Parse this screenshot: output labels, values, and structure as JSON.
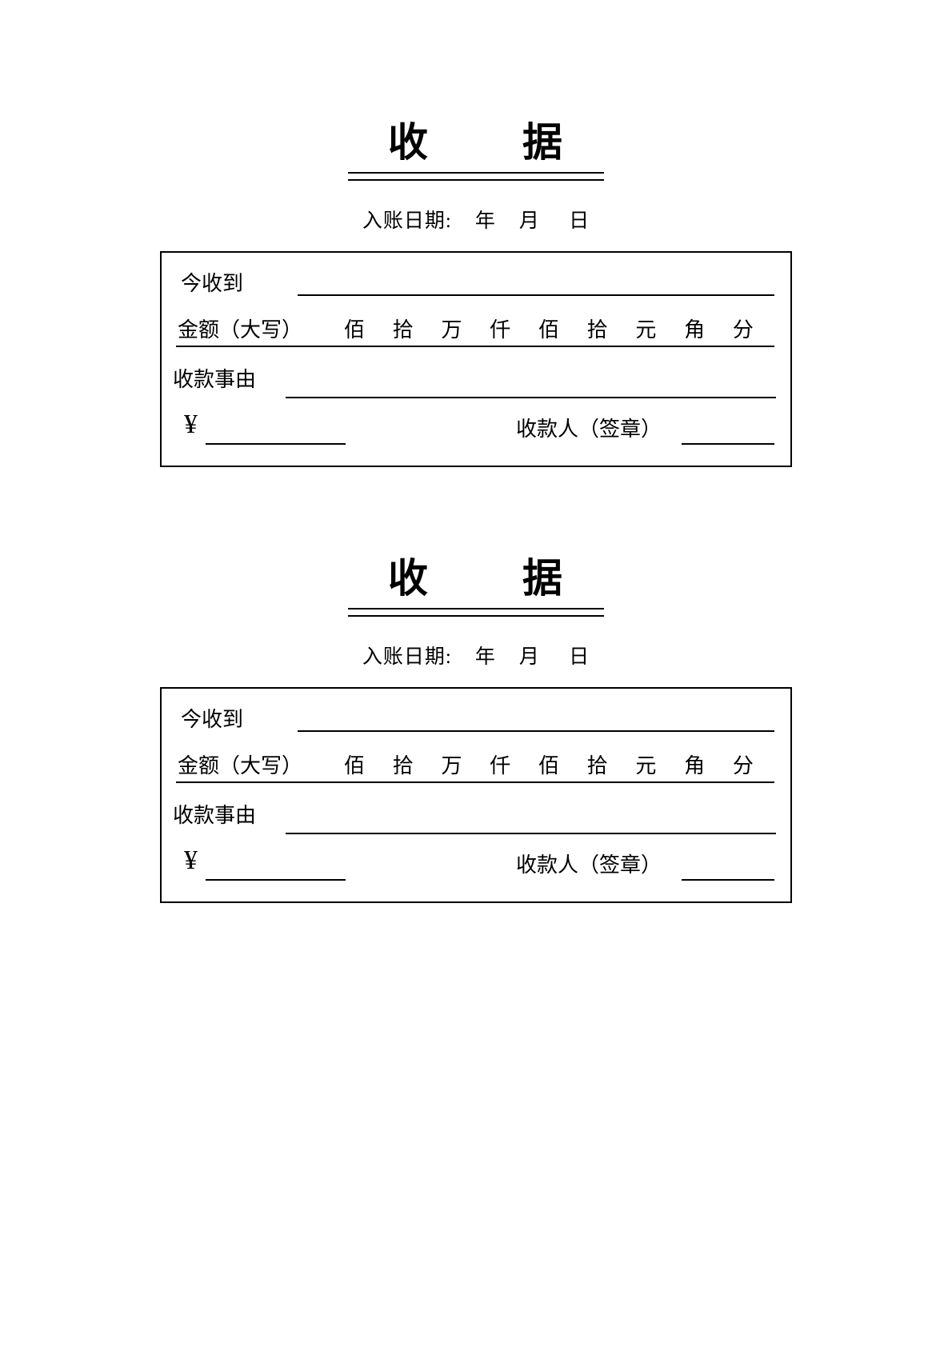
{
  "document": {
    "kind": "receipt-form",
    "copies": 2,
    "ink_color": "#000000",
    "paper_color": "#ffffff"
  },
  "receipt": {
    "title": "收        据",
    "date_line": "入账日期:    年    月     日",
    "received_label": "今收到",
    "amount_label": "金额（大写）",
    "denominations": [
      "佰",
      "拾",
      "万",
      "仟",
      "佰",
      "拾",
      "元",
      "角",
      "分"
    ],
    "reason_label": "收款事由",
    "currency_symbol": "¥",
    "payee_label": "收款人（签章）"
  },
  "copies": [
    {
      "index": 1,
      "title": "收        据",
      "date_line": "入账日期:    年    月     日",
      "received_label": "今收到",
      "amount_label": "金额（大写）",
      "denominations": [
        "佰",
        "拾",
        "万",
        "仟",
        "佰",
        "拾",
        "元",
        "角",
        "分"
      ],
      "reason_label": "收款事由",
      "currency_symbol": "¥",
      "payee_label": "收款人（签章）",
      "received_value": "",
      "amount_value": "",
      "reason_value": "",
      "amount_figures_value": "",
      "payee_value": ""
    },
    {
      "index": 2,
      "title": "收        据",
      "date_line": "入账日期:    年    月     日",
      "received_label": "今收到",
      "amount_label": "金额（大写）",
      "denominations": [
        "佰",
        "拾",
        "万",
        "仟",
        "佰",
        "拾",
        "元",
        "角",
        "分"
      ],
      "reason_label": "收款事由",
      "currency_symbol": "¥",
      "payee_label": "收款人（签章）",
      "received_value": "",
      "amount_value": "",
      "reason_value": "",
      "amount_figures_value": "",
      "payee_value": ""
    }
  ]
}
